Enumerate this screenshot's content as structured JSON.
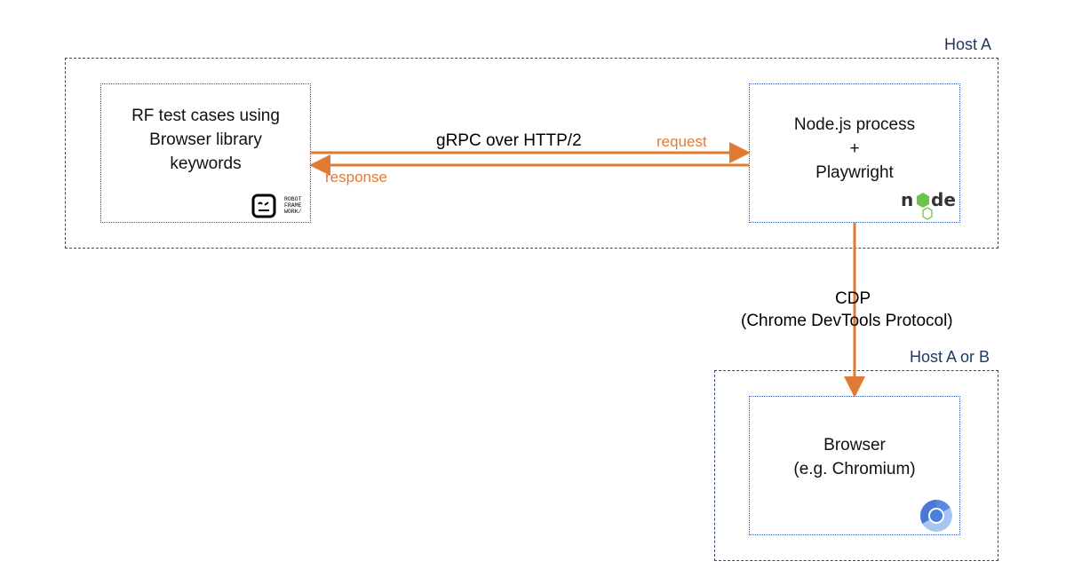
{
  "hosts": {
    "a": "Host A",
    "ab": "Host A or B"
  },
  "boxes": {
    "rf": {
      "lines": [
        "RF test cases using",
        "Browser library",
        "keywords"
      ],
      "logo": "ROBOT FRAME WORK/"
    },
    "node": {
      "lines": [
        "Node.js process",
        "+",
        "Playwright"
      ],
      "logo": "node"
    },
    "browser": {
      "lines": [
        "Browser",
        "(e.g. Chromium)"
      ]
    }
  },
  "arrows": {
    "grpc": "gRPC over HTTP/2",
    "request": "request",
    "response": "response",
    "cdp": "CDP",
    "cdp_full": "(Chrome DevTools Protocol)"
  },
  "colors": {
    "arrow": "#e07b36",
    "border": "#2f4a7a"
  }
}
